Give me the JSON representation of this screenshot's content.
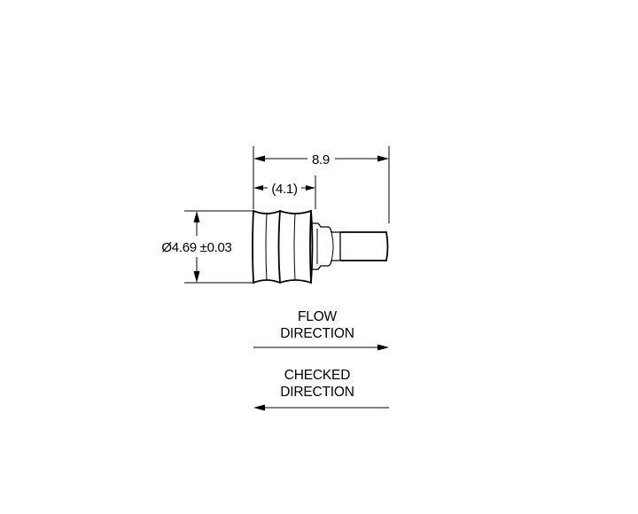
{
  "dimensions": {
    "overall_length": "8.9",
    "body_length": "(4.1)",
    "diameter": "Ø4.69 ±0.03"
  },
  "labels": {
    "flow_line1": "FLOW",
    "flow_line2": "DIRECTION",
    "checked_line1": "CHECKED",
    "checked_line2": "DIRECTION"
  }
}
